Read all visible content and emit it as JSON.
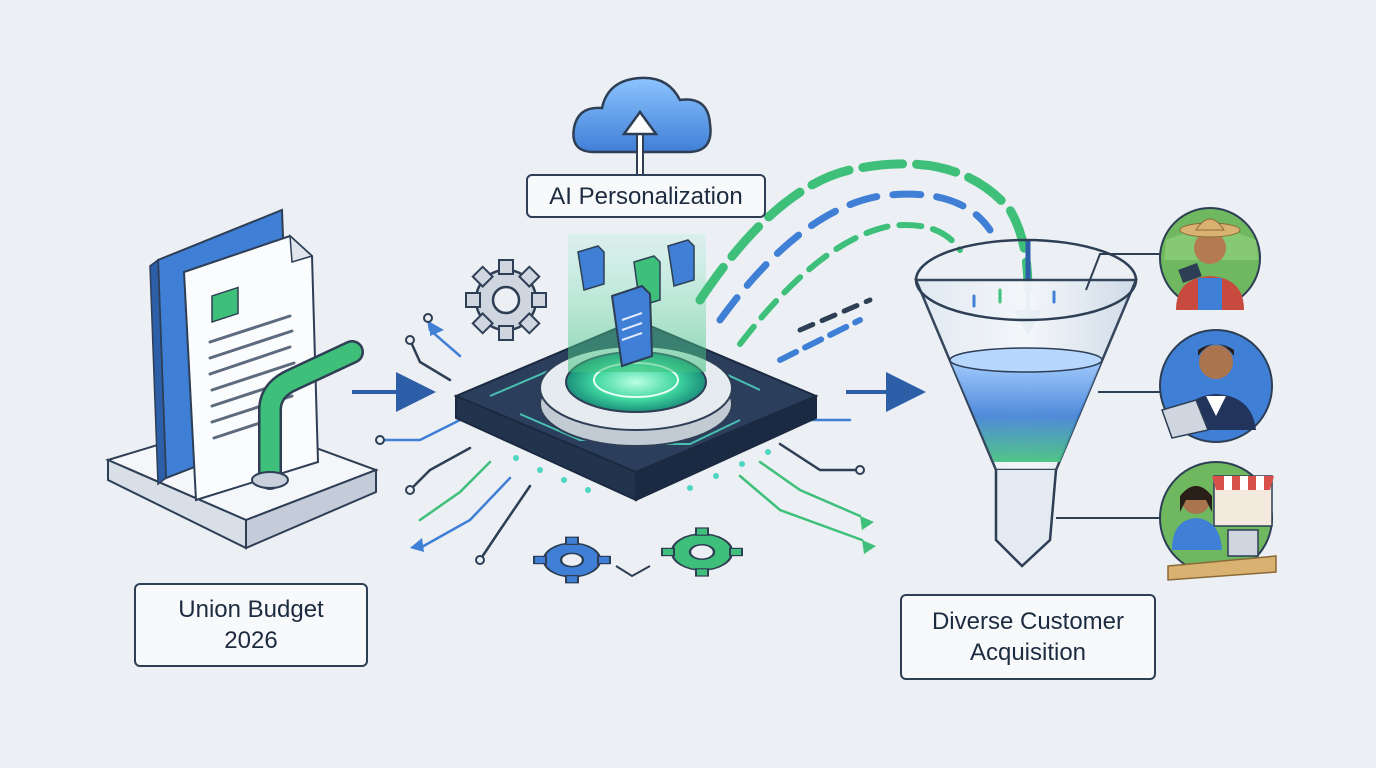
{
  "labels": {
    "budget_line1": "Union Budget",
    "budget_line2": "2026",
    "ai": "AI Personalization",
    "acq_line1": "Diverse Customer",
    "acq_line2": "Acquisition"
  },
  "colors": {
    "navy": "#2d3e55",
    "blue": "#3f7fd6",
    "green": "#3fc07a",
    "teal": "#4fd6c0",
    "background": "#eceff3"
  },
  "icons": [
    "document-icon",
    "pipe-icon",
    "cloud-upload-icon",
    "gear-icon",
    "chip-icon",
    "file-icon",
    "funnel-icon",
    "farmer-avatar",
    "professional-avatar",
    "shopkeeper-avatar"
  ]
}
